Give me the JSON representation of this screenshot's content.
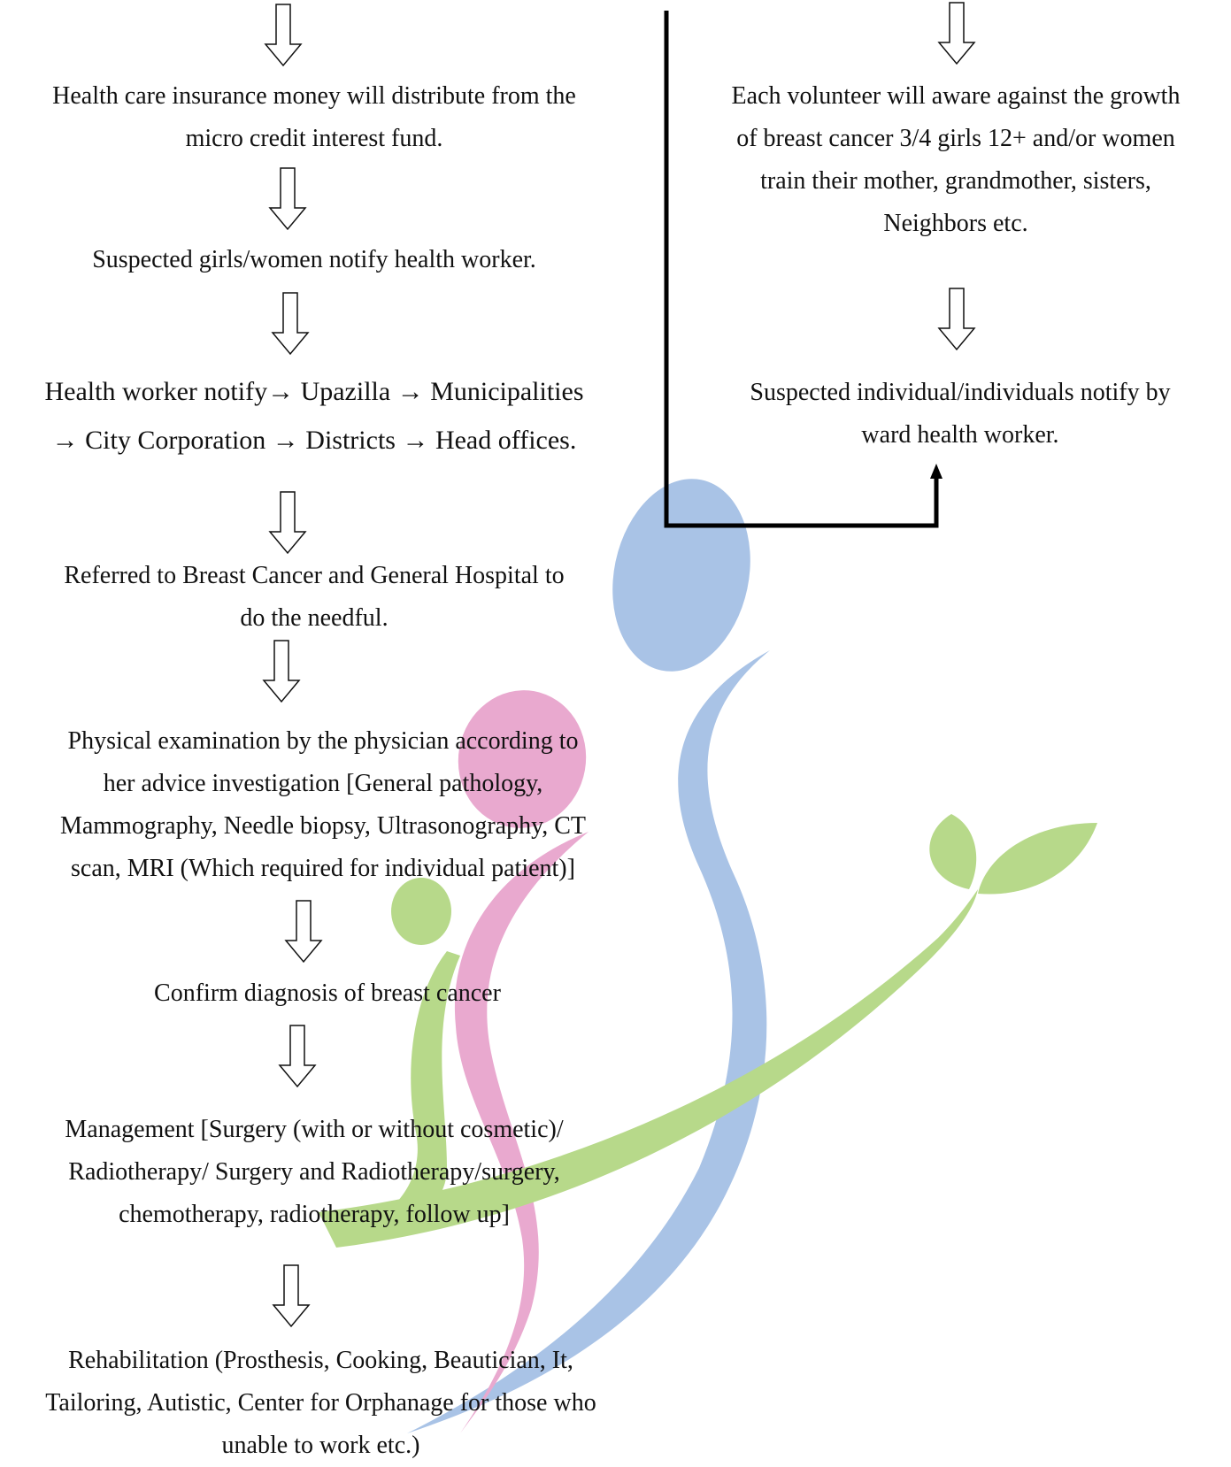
{
  "left_flow": [
    {
      "lines": [
        "Health care insurance money will distribute from the",
        "micro credit interest fund."
      ]
    },
    {
      "lines": [
        "Suspected girls/women notify health worker."
      ]
    },
    {
      "lines": [
        "Health worker notify→ Upazilla → Municipalities",
        "→ City Corporation → Districts → Head offices."
      ]
    },
    {
      "lines": [
        "Referred to Breast Cancer and General Hospital to",
        "do the needful."
      ]
    },
    {
      "lines": [
        "Physical examination by the physician according to",
        "her advice investigation [General pathology,",
        "Mammography, Needle biopsy, Ultrasonography, CT",
        "scan, MRI (Which required for individual patient)]"
      ]
    },
    {
      "lines": [
        "Confirm diagnosis of breast cancer"
      ]
    },
    {
      "lines": [
        "Management [Surgery (with or without cosmetic)/",
        "Radiotherapy/ Surgery and Radiotherapy/surgery,",
        "chemotherapy, radiotherapy, follow up]"
      ]
    },
    {
      "lines": [
        "Rehabilitation (Prosthesis, Cooking, Beautician, It,",
        "Tailoring, Autistic, Center for Orphanage for those who",
        "unable to work etc.)"
      ]
    }
  ],
  "right_flow": [
    {
      "lines": [
        "Each volunteer will aware against the growth",
        "of breast cancer 3/4 girls 12+ and/or women",
        "train their mother, grandmother, sisters,",
        "Neighbors etc."
      ]
    },
    {
      "lines": [
        "Suspected individual/individuals notify by",
        "ward health worker."
      ]
    }
  ],
  "colors": {
    "text": "#111111",
    "connector": "#000000",
    "logo_blue": "#a9c3e6",
    "logo_pink": "#e9a9cf",
    "logo_green": "#b7d98a"
  }
}
